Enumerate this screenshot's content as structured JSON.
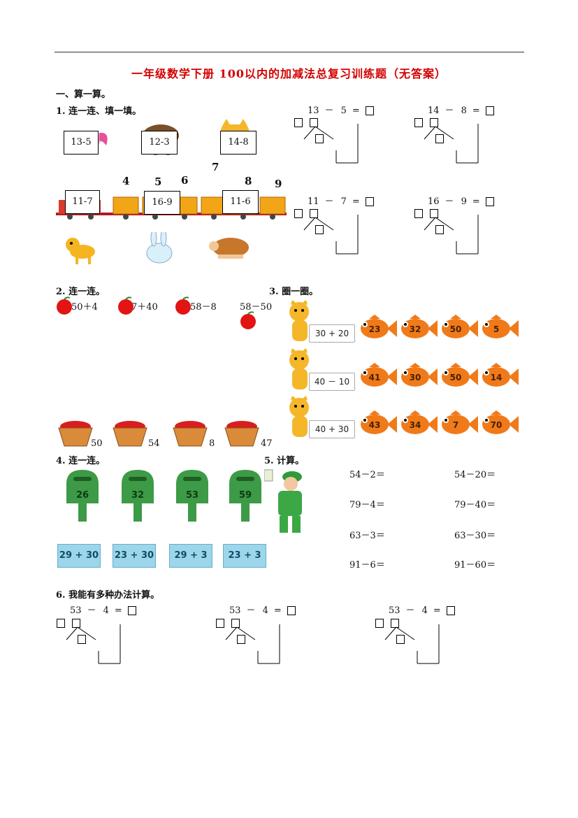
{
  "title": "一年级数学下册  100以内的加减法总复习训练题（无答案）",
  "sections": {
    "s1": "一、算一算。",
    "q1": "1. 连一连、填一填。",
    "q2": "2.  连一连。",
    "q3": "3. 圈一圈。",
    "q4": "4. 连一连。",
    "q5": "5. 计算。",
    "q6": "6. 我能有多种办法计算。"
  },
  "q1": {
    "top_cards": [
      "13-5",
      "12-3",
      "14-8"
    ],
    "train_cards": [
      "11-7",
      "16-9",
      "11-6"
    ],
    "numbers": [
      "4",
      "5",
      "6",
      "7",
      "8",
      "9"
    ]
  },
  "split_eqs": [
    {
      "a": "13",
      "op": "－",
      "b": "5",
      "eq": "="
    },
    {
      "a": "14",
      "op": "－",
      "b": "8",
      "eq": "="
    },
    {
      "a": "11",
      "op": "－",
      "b": "7",
      "eq": "="
    },
    {
      "a": "16",
      "op": "－",
      "b": "9",
      "eq": "="
    }
  ],
  "q2": {
    "apples": [
      "50＋4",
      "7＋40",
      "58－8",
      "58－50"
    ],
    "baskets": [
      "50",
      "54",
      "8",
      "47"
    ]
  },
  "q3": {
    "rows": [
      {
        "expr": "30 + 20",
        "fish": [
          "23",
          "32",
          "50",
          "5"
        ]
      },
      {
        "expr": "40 － 10",
        "fish": [
          "41",
          "30",
          "50",
          "14"
        ]
      },
      {
        "expr": "40 + 30",
        "fish": [
          "43",
          "34",
          "7",
          "70"
        ]
      }
    ]
  },
  "q4": {
    "mailboxes": [
      "26",
      "32",
      "53",
      "59"
    ],
    "envelopes": [
      "29 + 30",
      "23 + 30",
      "29 + 3",
      "23 + 3"
    ]
  },
  "q5": {
    "left": [
      "54－2＝",
      "79－4＝",
      "63－3＝",
      "91－6＝"
    ],
    "right": [
      "54－20＝",
      "79－40＝",
      "63－30＝",
      "91－60＝"
    ]
  },
  "q6": [
    {
      "a": "53",
      "op": "－",
      "b": "4",
      "eq": "="
    },
    {
      "a": "53",
      "op": "－",
      "b": "4",
      "eq": "="
    },
    {
      "a": "53",
      "op": "－",
      "b": "4",
      "eq": "="
    }
  ],
  "colors": {
    "title": "#d40000",
    "fish": "#f07a1a",
    "mailbox": "#3d9a46",
    "envelope": "#9cd6ea",
    "train": "#f2a516"
  }
}
